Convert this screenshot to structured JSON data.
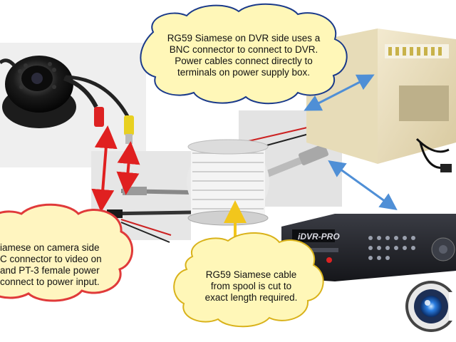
{
  "callouts": {
    "dvr_side": {
      "lines": [
        "RG59 Siamese on DVR side uses a",
        "BNC connector to connect to DVR.",
        "Power cables connect directly to",
        "terminals on power supply box."
      ],
      "fill": "#fff7b8"
    },
    "camera_side": {
      "lines": [
        "iamese on camera side",
        "C connector to video on",
        "and PT-3 female power",
        "connect to power input."
      ],
      "fill": "#fff5c0"
    },
    "spool": {
      "lines": [
        "RG59 Siamese cable",
        "from spool is cut to",
        "exact length required."
      ],
      "fill": "#fff7b8"
    }
  },
  "dvr": {
    "brand_text": "iDVR-PRO",
    "color": "#2b2d33"
  },
  "colors": {
    "red_arrow": "#e02020",
    "blue_arrow": "#4f8fd6",
    "yellow_arrow": "#f2c61c"
  },
  "icons": [
    "dome-camera-icon",
    "cable-spool-icon",
    "power-supply-box-icon",
    "dvr-icon",
    "logo-icon"
  ]
}
